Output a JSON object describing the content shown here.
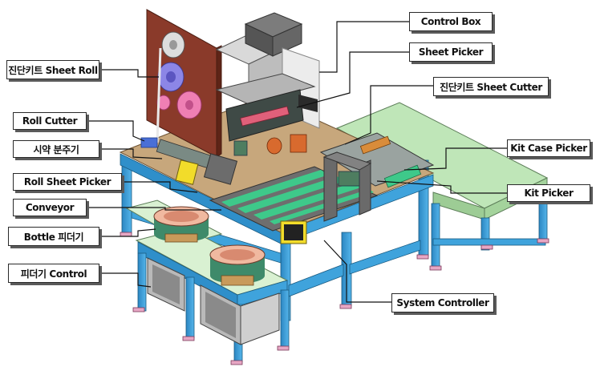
{
  "labels": {
    "sheet_roll": "진단키트 Sheet Roll",
    "roll_cutter": "Roll Cutter",
    "reagent_dispenser": "시약 분주기",
    "roll_sheet_picker": "Roll Sheet Picker",
    "conveyor": "Conveyor",
    "bottle_feeder": "Bottle 피더기",
    "feeder_control": "피더기 Control",
    "control_box": "Control Box",
    "sheet_picker": "Sheet Picker",
    "sheet_cutter": "진단키트 Sheet Cutter",
    "kit_case_picker": "Kit Case Picker",
    "kit_picker": "Kit Picker",
    "system_controller": "System Controller"
  },
  "colors": {
    "frame_blue": "#3fa3dc",
    "frame_dark": "#1f6f9e",
    "wood_top": "#c7a77c",
    "back_panel": "#8a3a2a",
    "table_green": "#bfe6b8",
    "feeder_green": "#3e8a6a",
    "roll_violet": "#8c86e6",
    "roll_pink": "#ef7fb4",
    "grey_box": "#6b6b6b",
    "foot_pink": "#e7a7c4"
  }
}
